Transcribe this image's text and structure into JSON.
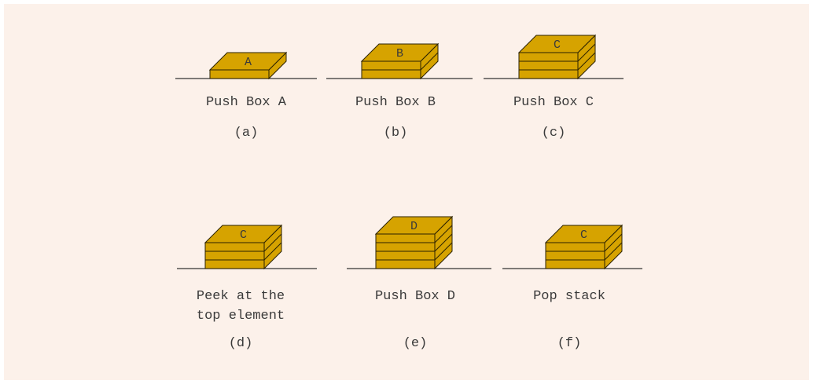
{
  "colors": {
    "background": "#fcf1ea",
    "box_fill": "#d6a300",
    "box_stroke": "#2b2200",
    "ground": "#333333",
    "text": "#3a3a3a"
  },
  "panels": [
    {
      "id": "a",
      "caption": "Push Box A",
      "sub": "(a)",
      "boxes": 1,
      "top_label": "A"
    },
    {
      "id": "b",
      "caption": "Push Box B",
      "sub": "(b)",
      "boxes": 2,
      "top_label": "B"
    },
    {
      "id": "c",
      "caption": "Push Box C",
      "sub": "(c)",
      "boxes": 3,
      "top_label": "C"
    },
    {
      "id": "d",
      "caption": "Peek at the\ntop element",
      "sub": "(d)",
      "boxes": 3,
      "top_label": "C"
    },
    {
      "id": "e",
      "caption": "Push Box D",
      "sub": "(e)",
      "boxes": 4,
      "top_label": "D"
    },
    {
      "id": "f",
      "caption": "Pop stack",
      "sub": "(f)",
      "boxes": 3,
      "top_label": "C"
    }
  ]
}
